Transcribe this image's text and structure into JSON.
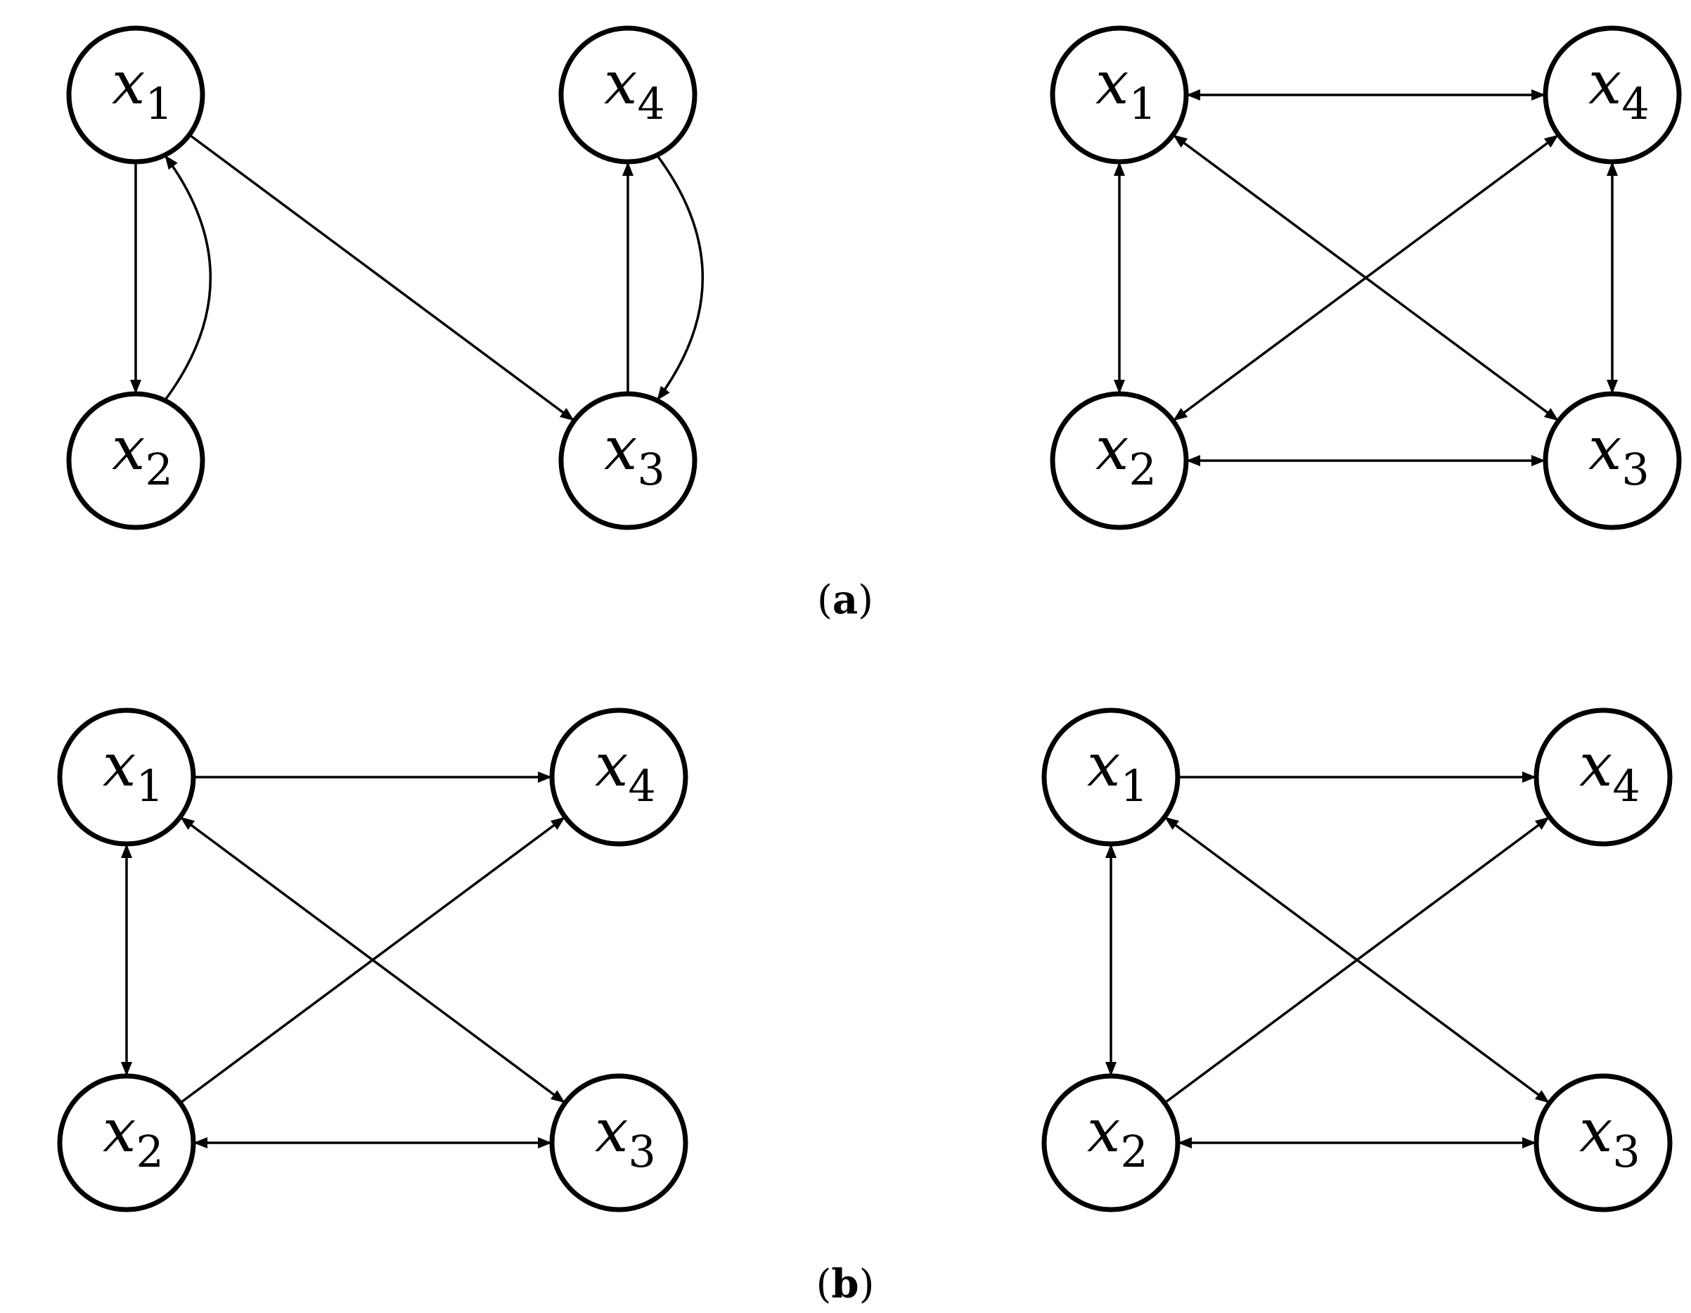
{
  "figure": {
    "captions": {
      "a": "a",
      "b": "b"
    },
    "panels": [
      {
        "id": "a-left",
        "nodes": [
          {
            "id": "x1",
            "var": "x",
            "sub": "1"
          },
          {
            "id": "x2",
            "var": "x",
            "sub": "2"
          },
          {
            "id": "x3",
            "var": "x",
            "sub": "3"
          },
          {
            "id": "x4",
            "var": "x",
            "sub": "4"
          }
        ],
        "edges": [
          {
            "from": "x1",
            "to": "x2",
            "type": "directed"
          },
          {
            "from": "x2",
            "to": "x1",
            "type": "directed",
            "curved": true
          },
          {
            "from": "x1",
            "to": "x3",
            "type": "directed"
          },
          {
            "from": "x3",
            "to": "x4",
            "type": "directed"
          },
          {
            "from": "x4",
            "to": "x3",
            "type": "directed",
            "curved": true
          }
        ]
      },
      {
        "id": "a-right",
        "nodes": [
          {
            "id": "x1",
            "var": "x",
            "sub": "1"
          },
          {
            "id": "x2",
            "var": "x",
            "sub": "2"
          },
          {
            "id": "x3",
            "var": "x",
            "sub": "3"
          },
          {
            "id": "x4",
            "var": "x",
            "sub": "4"
          }
        ],
        "edges": [
          {
            "from": "x1",
            "to": "x4",
            "type": "bidirected"
          },
          {
            "from": "x1",
            "to": "x2",
            "type": "bidirected"
          },
          {
            "from": "x1",
            "to": "x3",
            "type": "bidirected"
          },
          {
            "from": "x4",
            "to": "x2",
            "type": "bidirected"
          },
          {
            "from": "x4",
            "to": "x3",
            "type": "bidirected"
          },
          {
            "from": "x2",
            "to": "x3",
            "type": "bidirected"
          }
        ]
      },
      {
        "id": "b-left",
        "nodes": [
          {
            "id": "x1",
            "var": "x",
            "sub": "1"
          },
          {
            "id": "x2",
            "var": "x",
            "sub": "2"
          },
          {
            "id": "x3",
            "var": "x",
            "sub": "3"
          },
          {
            "id": "x4",
            "var": "x",
            "sub": "4"
          }
        ],
        "edges": [
          {
            "from": "x1",
            "to": "x4",
            "type": "directed"
          },
          {
            "from": "x1",
            "to": "x2",
            "type": "bidirected"
          },
          {
            "from": "x1",
            "to": "x3",
            "type": "bidirected"
          },
          {
            "from": "x2",
            "to": "x4",
            "type": "directed"
          },
          {
            "from": "x2",
            "to": "x3",
            "type": "bidirected"
          }
        ]
      },
      {
        "id": "b-right",
        "nodes": [
          {
            "id": "x1",
            "var": "x",
            "sub": "1"
          },
          {
            "id": "x2",
            "var": "x",
            "sub": "2"
          },
          {
            "id": "x3",
            "var": "x",
            "sub": "3"
          },
          {
            "id": "x4",
            "var": "x",
            "sub": "4"
          }
        ],
        "edges": [
          {
            "from": "x1",
            "to": "x4",
            "type": "directed"
          },
          {
            "from": "x1",
            "to": "x2",
            "type": "bidirected"
          },
          {
            "from": "x1",
            "to": "x3",
            "type": "bidirected"
          },
          {
            "from": "x2",
            "to": "x4",
            "type": "directed"
          },
          {
            "from": "x2",
            "to": "x3",
            "type": "bidirected"
          }
        ]
      }
    ]
  }
}
